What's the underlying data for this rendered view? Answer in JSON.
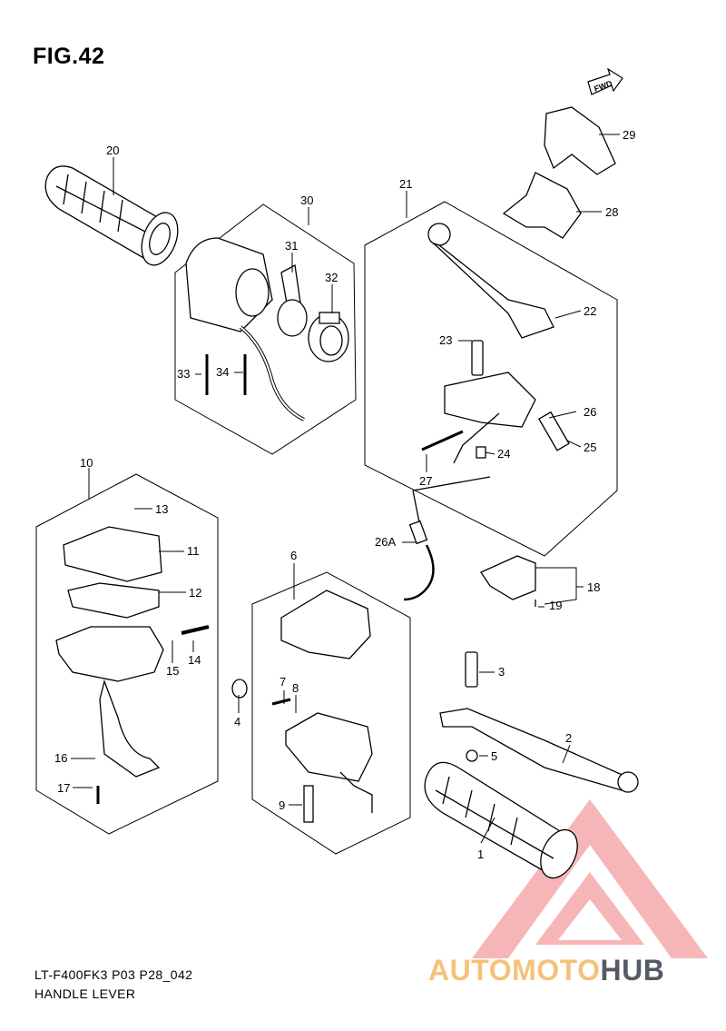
{
  "figure": {
    "title": "FIG.42",
    "model_code": "LT-F400FK3 P03 P28_042",
    "name": "HANDLE LEVER"
  },
  "fwd_label": "FWD",
  "callouts": [
    "20",
    "30",
    "31",
    "32",
    "33",
    "34",
    "21",
    "22",
    "23",
    "26",
    "25",
    "24",
    "27",
    "29",
    "28",
    "10",
    "13",
    "11",
    "12",
    "14",
    "15",
    "16",
    "17",
    "6",
    "7",
    "8",
    "9",
    "4",
    "26A",
    "18",
    "19",
    "3",
    "2",
    "5",
    "1"
  ],
  "watermark": {
    "part1": "AUTOMOTO",
    "part2": "HUB",
    "colors": {
      "triangle": "#e8323a",
      "text_light": "#f5c27a",
      "text_dark": "#555a63"
    }
  }
}
